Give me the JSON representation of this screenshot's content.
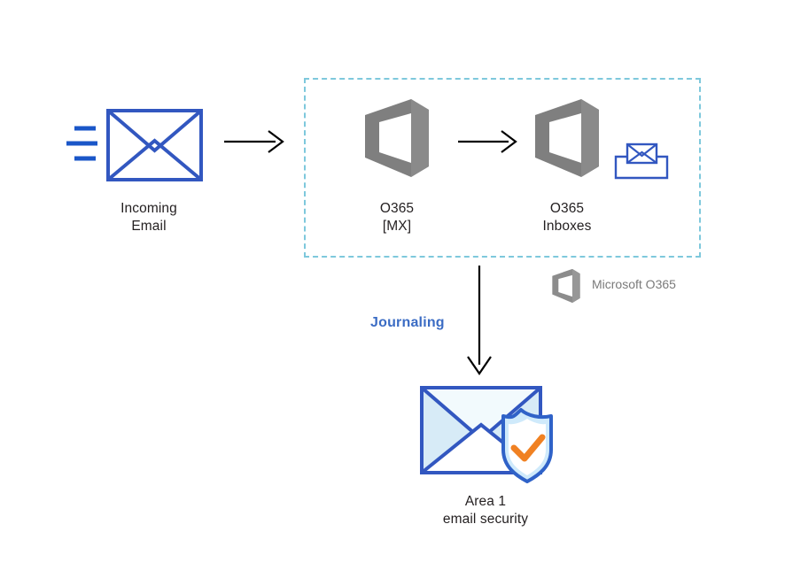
{
  "diagram": {
    "title": "O365 journaling to Area 1 email security flow",
    "background_color": "#ffffff",
    "colors": {
      "envelope_blue": "#3257c0",
      "office_grey": "#808080",
      "dashed_teal": "#7ec8dc",
      "journaling_blue": "#3b6cc4",
      "arrow_black": "#000000",
      "label_black": "#231f20",
      "legend_grey": "#7a7a7a",
      "shield_orange": "#f08122",
      "envelope_light_fill": "#d7ebf7"
    }
  },
  "nodes": {
    "incoming_email": {
      "label": "Incoming\nEmail",
      "icon": "envelope-motion-icon"
    },
    "o365_mx": {
      "label": "O365\n[MX]",
      "icon": "office-365-icon"
    },
    "o365_inboxes": {
      "label": "O365\nInboxes",
      "icon": "office-365-icon",
      "badge_icon": "inbox-tray-envelope-icon"
    },
    "area1": {
      "label": "Area 1\nemail security",
      "icon": "secure-email-shield-icon"
    }
  },
  "zone": {
    "name": "microsoft-o365-zone",
    "style": "dashed"
  },
  "legend": {
    "label": "Microsoft O365",
    "icon": "office-365-icon"
  },
  "connectors": {
    "inbound_arrow": {
      "name": "arrow-incoming-to-mx",
      "direction": "right"
    },
    "mx_to_inbox_arrow": {
      "name": "arrow-mx-to-inboxes",
      "direction": "right"
    },
    "journaling_arrow": {
      "name": "arrow-journaling-down",
      "direction": "down",
      "label": "Journaling"
    }
  }
}
